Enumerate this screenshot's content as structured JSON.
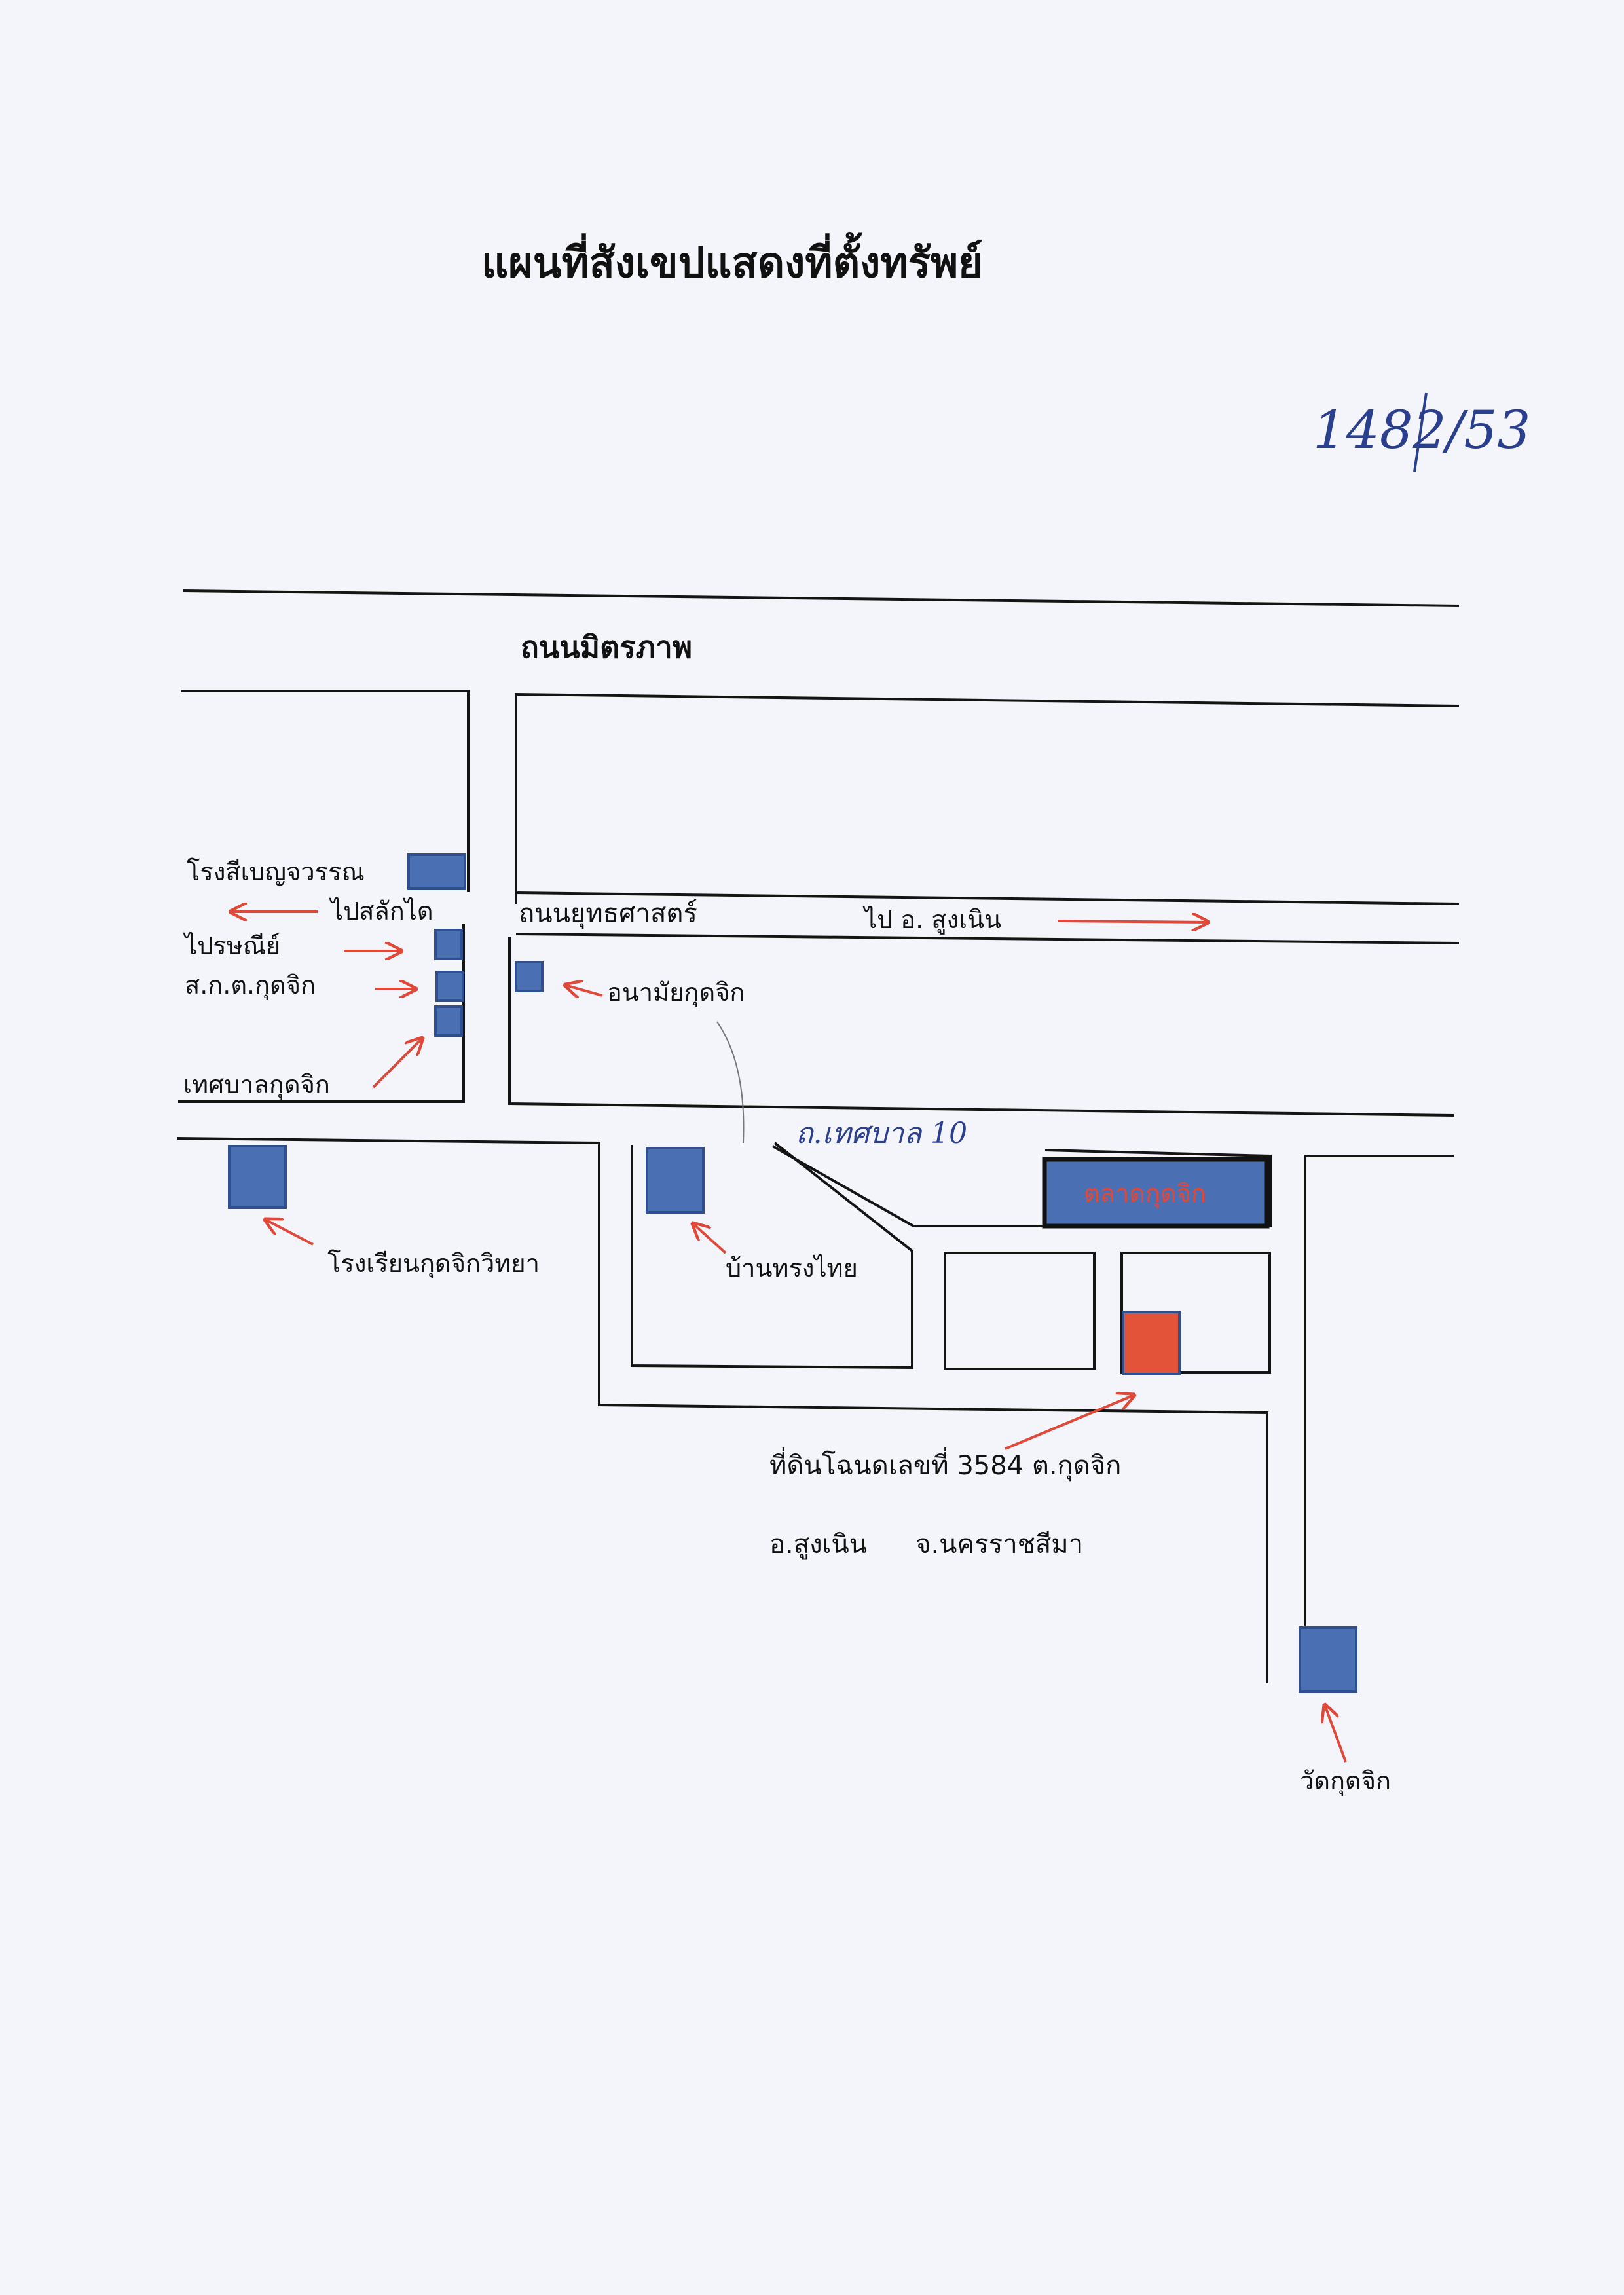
{
  "page": {
    "title": "แผนที่สังเขปแสดงที่ตั้งทรัพย์",
    "handwritten_number": "1482/53"
  },
  "roads": {
    "mitraphap": "ถนนมิตรภาพ",
    "yutthasat": "ถนนยุทธศาสตร์",
    "to_sikhio": "ไปสลักได",
    "to_sung_noen": "ไป อ. สูงเนิน",
    "handwritten_soi": "ถ.เทศบาล 10"
  },
  "places": {
    "ricemill": "โรงสีเบญจวรรณ",
    "post_office": "ไปรษณีย์",
    "cooperative": "ส.ก.ต.กุดจิก",
    "municipality": "เทศบาลกุดจิก",
    "health_center": "อนามัยกุดจิก",
    "school": "โรงเรียนกุดจิกวิทยา",
    "thai_house": "บ้านทรงไทย",
    "market": "ตลาดกุดจิก",
    "temple": "วัดกุดจิก"
  },
  "property": {
    "label": "ที่ดินโฉนดเลขที่ 3584 ต.กุดจิก",
    "district": "อ.สูงเนิน",
    "province": "จ.นครราชสีมา"
  },
  "colors": {
    "building": "#4a6fb3",
    "building_stroke": "#2f4f8f",
    "property": "#e2533a",
    "arrow": "#e0493a",
    "line": "#141414",
    "handwriting": "#2b3f8f"
  }
}
